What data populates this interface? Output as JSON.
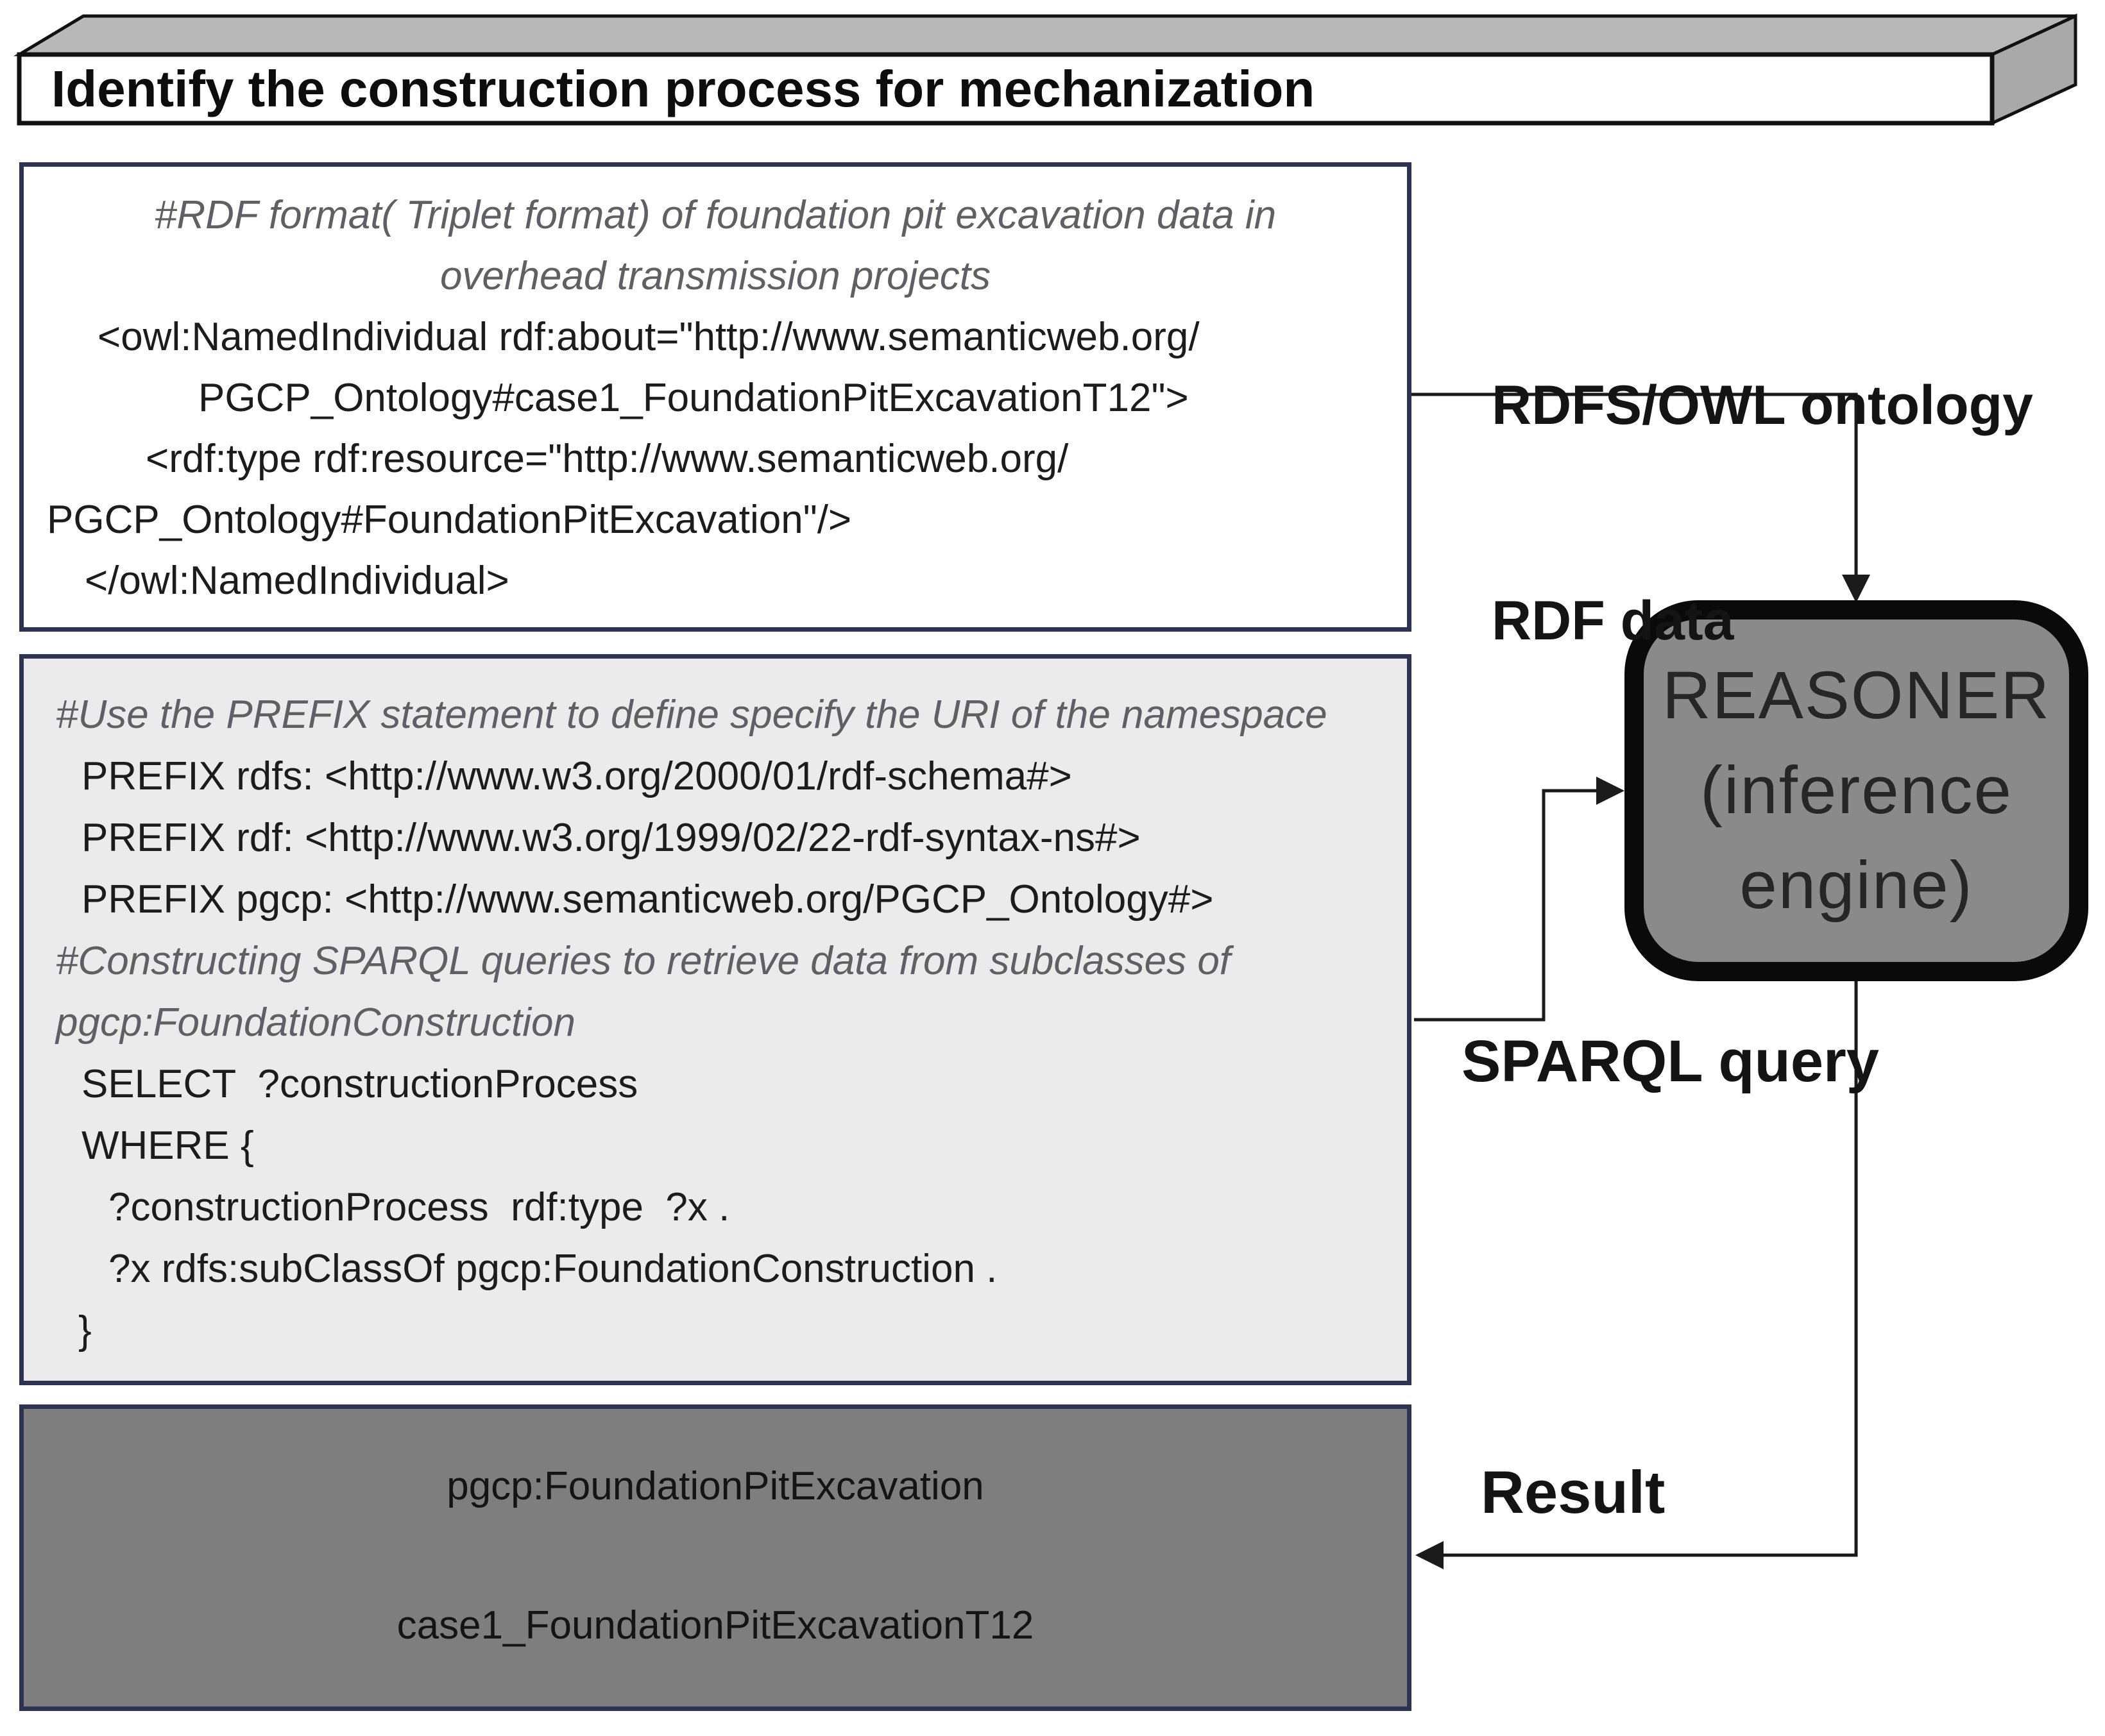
{
  "banner": {
    "title": "Identify the construction process for mechanization"
  },
  "rdf_box": {
    "lines": [
      {
        "text": "#RDF format( Triplet format) of foundation pit excavation data in",
        "kind": "comment",
        "align": "center"
      },
      {
        "text": "overhead transmission projects",
        "kind": "comment",
        "align": "center"
      },
      {
        "text": "<owl:NamedIndividual rdf:about=\"http://www.semanticweb.org/",
        "kind": "code",
        "indent": 115
      },
      {
        "text": "PGCP_Ontology#case1_FoundationPitExcavationT12\">",
        "kind": "code",
        "indent": 272
      },
      {
        "text": "<rdf:type rdf:resource=\"http://www.semanticweb.org/",
        "kind": "code",
        "indent": 190
      },
      {
        "text": "PGCP_Ontology#FoundationPitExcavation\"/>",
        "kind": "code",
        "indent": 36
      },
      {
        "text": "</owl:NamedIndividual>",
        "kind": "code",
        "indent": 95
      }
    ]
  },
  "sparql_box": {
    "lines": [
      {
        "text": "#Use the PREFIX statement to define specify the URI of the namespace",
        "kind": "comment",
        "indent": 50
      },
      {
        "text": "PREFIX rdfs: <http://www.w3.org/2000/01/rdf-schema#>",
        "kind": "code",
        "indent": 90
      },
      {
        "text": "PREFIX rdf: <http://www.w3.org/1999/02/22-rdf-syntax-ns#>",
        "kind": "code",
        "indent": 90
      },
      {
        "text": "PREFIX pgcp: <http://www.semanticweb.org/PGCP_Ontology#>",
        "kind": "code",
        "indent": 90
      },
      {
        "text": "#Constructing SPARQL queries to retrieve data from subclasses of",
        "kind": "comment",
        "indent": 50
      },
      {
        "text": "pgcp:FoundationConstruction",
        "kind": "comment",
        "indent": 50
      },
      {
        "text": "SELECT  ?constructionProcess",
        "kind": "code",
        "indent": 90
      },
      {
        "text": "WHERE {",
        "kind": "code",
        "indent": 90
      },
      {
        "text": "?constructionProcess  rdf:type  ?x .",
        "kind": "code",
        "indent": 132
      },
      {
        "text": "?x rdfs:subClassOf pgcp:FoundationConstruction .",
        "kind": "code",
        "indent": 132
      },
      {
        "text": "}",
        "kind": "code",
        "indent": 85
      }
    ]
  },
  "result_box": {
    "rows": [
      "pgcp:FoundationPitExcavation",
      "case1_FoundationPitExcavationT12"
    ]
  },
  "reasoner": {
    "lines": [
      "REASONER",
      "(inference",
      "engine)"
    ]
  },
  "labels": {
    "rdf_line1": "RDFS/OWL ontology",
    "rdf_line2": "RDF data",
    "sparql": "SPARQL query",
    "result": "Result"
  },
  "colors": {
    "box_border": "#2e3354",
    "box1_bg": "#ffffff",
    "box2_bg": "#ebebeb",
    "box3_bg": "#7e7e7e",
    "reasoner_bg": "#8a8a8a",
    "reasoner_border": "#0a0a0a",
    "banner_top": "#b8b8b8",
    "banner_side": "#a9a9a9",
    "comment": "#5f5f64",
    "code": "#1c1c1c",
    "label": "#141414",
    "arrow": "#1a1a1a",
    "dash": "#c6c6c6",
    "result_text": "#141414"
  }
}
